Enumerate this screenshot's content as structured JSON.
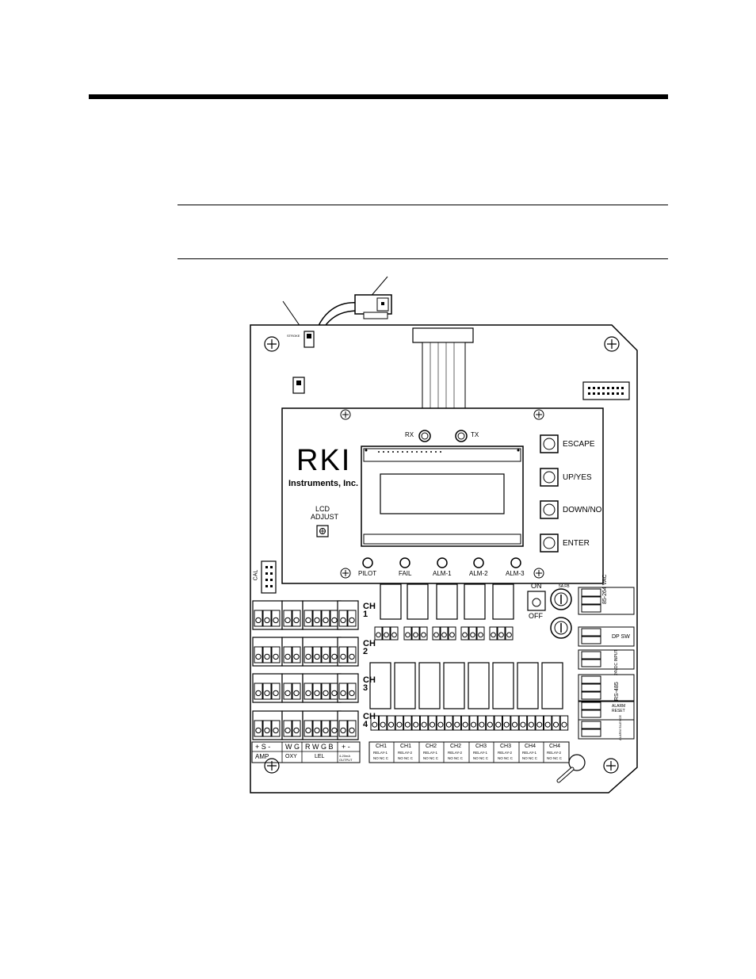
{
  "display": {
    "brand": "RKI",
    "brand_sub": "Instruments, Inc.",
    "rx": "RX",
    "tx": "TX",
    "lcd_adjust_1": "LCD",
    "lcd_adjust_2": "ADJUST",
    "buttons": [
      "ESCAPE",
      "UP/YES",
      "DOWN/NO",
      "ENTER"
    ],
    "leds": [
      "PILOT",
      "FAIL",
      "ALM-1",
      "ALM-2",
      "ALM-3"
    ]
  },
  "board": {
    "switch_on": "ON",
    "switch_off": "OFF",
    "cal": "CAL",
    "channels": [
      "CH 1",
      "CH 2",
      "CH 3",
      "CH 4"
    ],
    "terminal_groups": [
      "AMP",
      "OXY",
      "LEL",
      "4-20mA OUTPUT"
    ],
    "terminal_pins": [
      "+ S -",
      "W G",
      "R W G B",
      "+ -"
    ],
    "relay_labels": [
      "CH1",
      "CH1",
      "CH2",
      "CH2",
      "CH3",
      "CH3",
      "CH4",
      "CH4"
    ],
    "relay_sub": [
      "RELAY-1",
      "RELAY-2",
      "RELAY-1",
      "RELAY-2",
      "RELAY-1",
      "RELAY-2",
      "RELAY-1",
      "RELAY-2"
    ],
    "relay_contacts": "NO NC C",
    "right_labels": [
      "85-264 VAC",
      "DP SW",
      "24VDC INPUT",
      "RS-485",
      "ALARM RESET",
      "ALARM SILENCE"
    ],
    "fuse": "5A FB"
  }
}
